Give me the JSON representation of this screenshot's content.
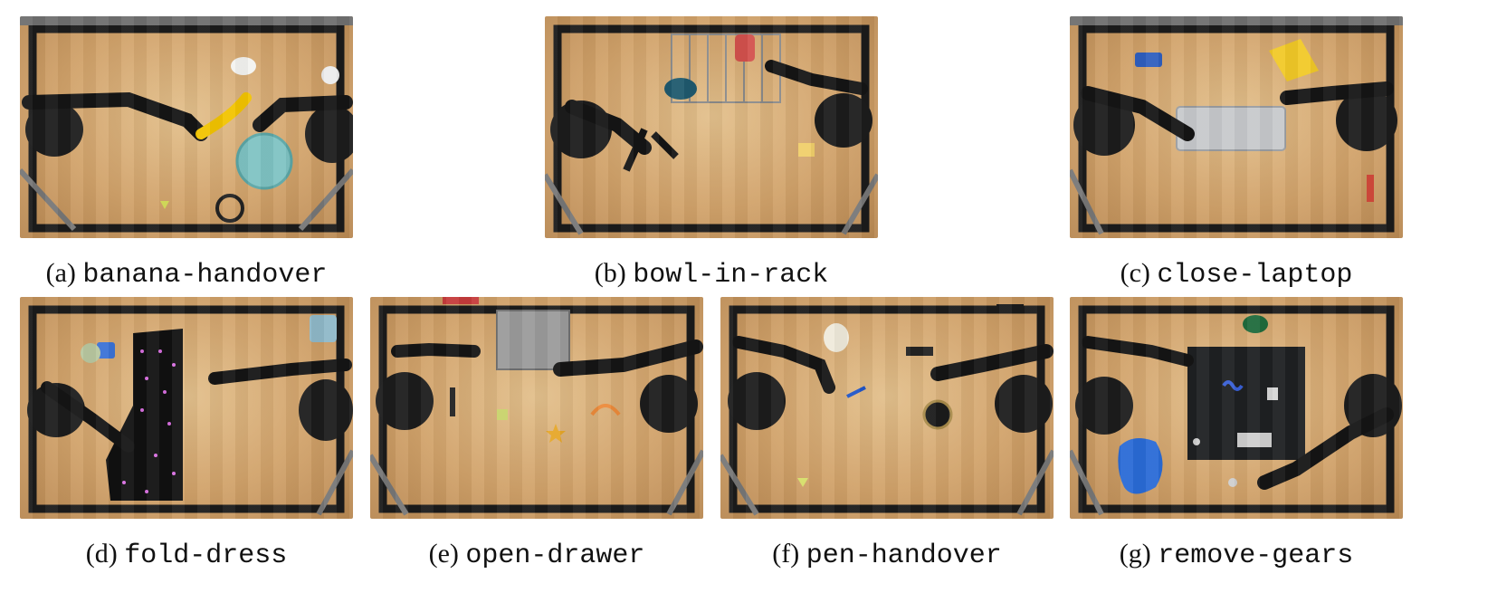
{
  "figure": {
    "panels": [
      {
        "id": "a",
        "label": "(a)",
        "task": "banana-handover"
      },
      {
        "id": "b",
        "label": "(b)",
        "task": "bowl-in-rack"
      },
      {
        "id": "c",
        "label": "(c)",
        "task": "close-laptop"
      },
      {
        "id": "d",
        "label": "(d)",
        "task": "fold-dress"
      },
      {
        "id": "e",
        "label": "(e)",
        "task": "open-drawer"
      },
      {
        "id": "f",
        "label": "(f)",
        "task": "pen-handover"
      },
      {
        "id": "g",
        "label": "(g)",
        "task": "remove-gears"
      }
    ]
  }
}
